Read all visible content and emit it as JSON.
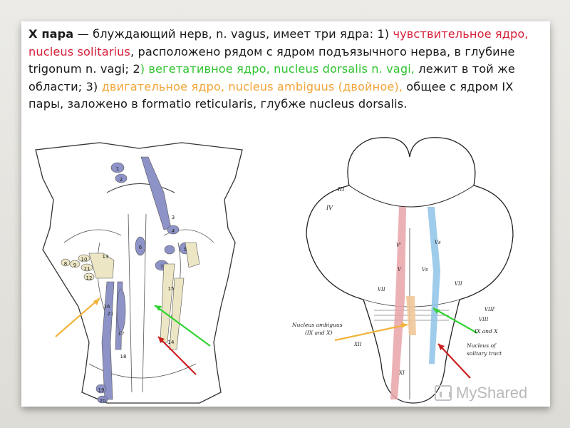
{
  "heading": {
    "bold": "X пара",
    "intro": " — блуждающий нерв, n. vagus, имеет три ядра: 1)",
    "red_part": "чувствительное ядро, nucleus solitarius",
    "after_red": ", расположено рядом с ядром подъязычного нерва, в глубине trigonum n. vagi; 2",
    "green_part": ") вегетативное ядро, nucleus dorsalis n. vagi,",
    "after_green": " лежит в той же области; 3)",
    "orange_part": "двигательное ядро, nucleus ambiguus (двойное),",
    "after_orange": " общее с ядром IX пары, заложено в formatio reticularis, глубже nucleus dorsalis."
  },
  "left_figure": {
    "numbers": [
      "1",
      "2",
      "3",
      "4",
      "5",
      "6",
      "7",
      "8",
      "9",
      "10",
      "11",
      "12",
      "13",
      "14",
      "15",
      "16",
      "17",
      "18",
      "19",
      "20",
      "21"
    ]
  },
  "right_figure": {
    "roman_labels": [
      "III",
      "IV",
      "V",
      "Vs",
      "V",
      "Vs",
      "VII",
      "VII",
      "VIII",
      "VIII'",
      "XII",
      "XI",
      "V'"
    ],
    "nucleus_ambiguus_label_1": "Nucleus ambiguus",
    "nucleus_ambiguus_label_2": "(IX and X)",
    "ix_and_x_label": "IX and X",
    "solitary_label_1": "Nucleus of",
    "solitary_label_2": "solitary tract"
  },
  "arrow_colors": {
    "orange": "#f2b43a",
    "green": "#33d233",
    "red": "#cc1f1f"
  },
  "watermark": {
    "text": "MyShared"
  }
}
